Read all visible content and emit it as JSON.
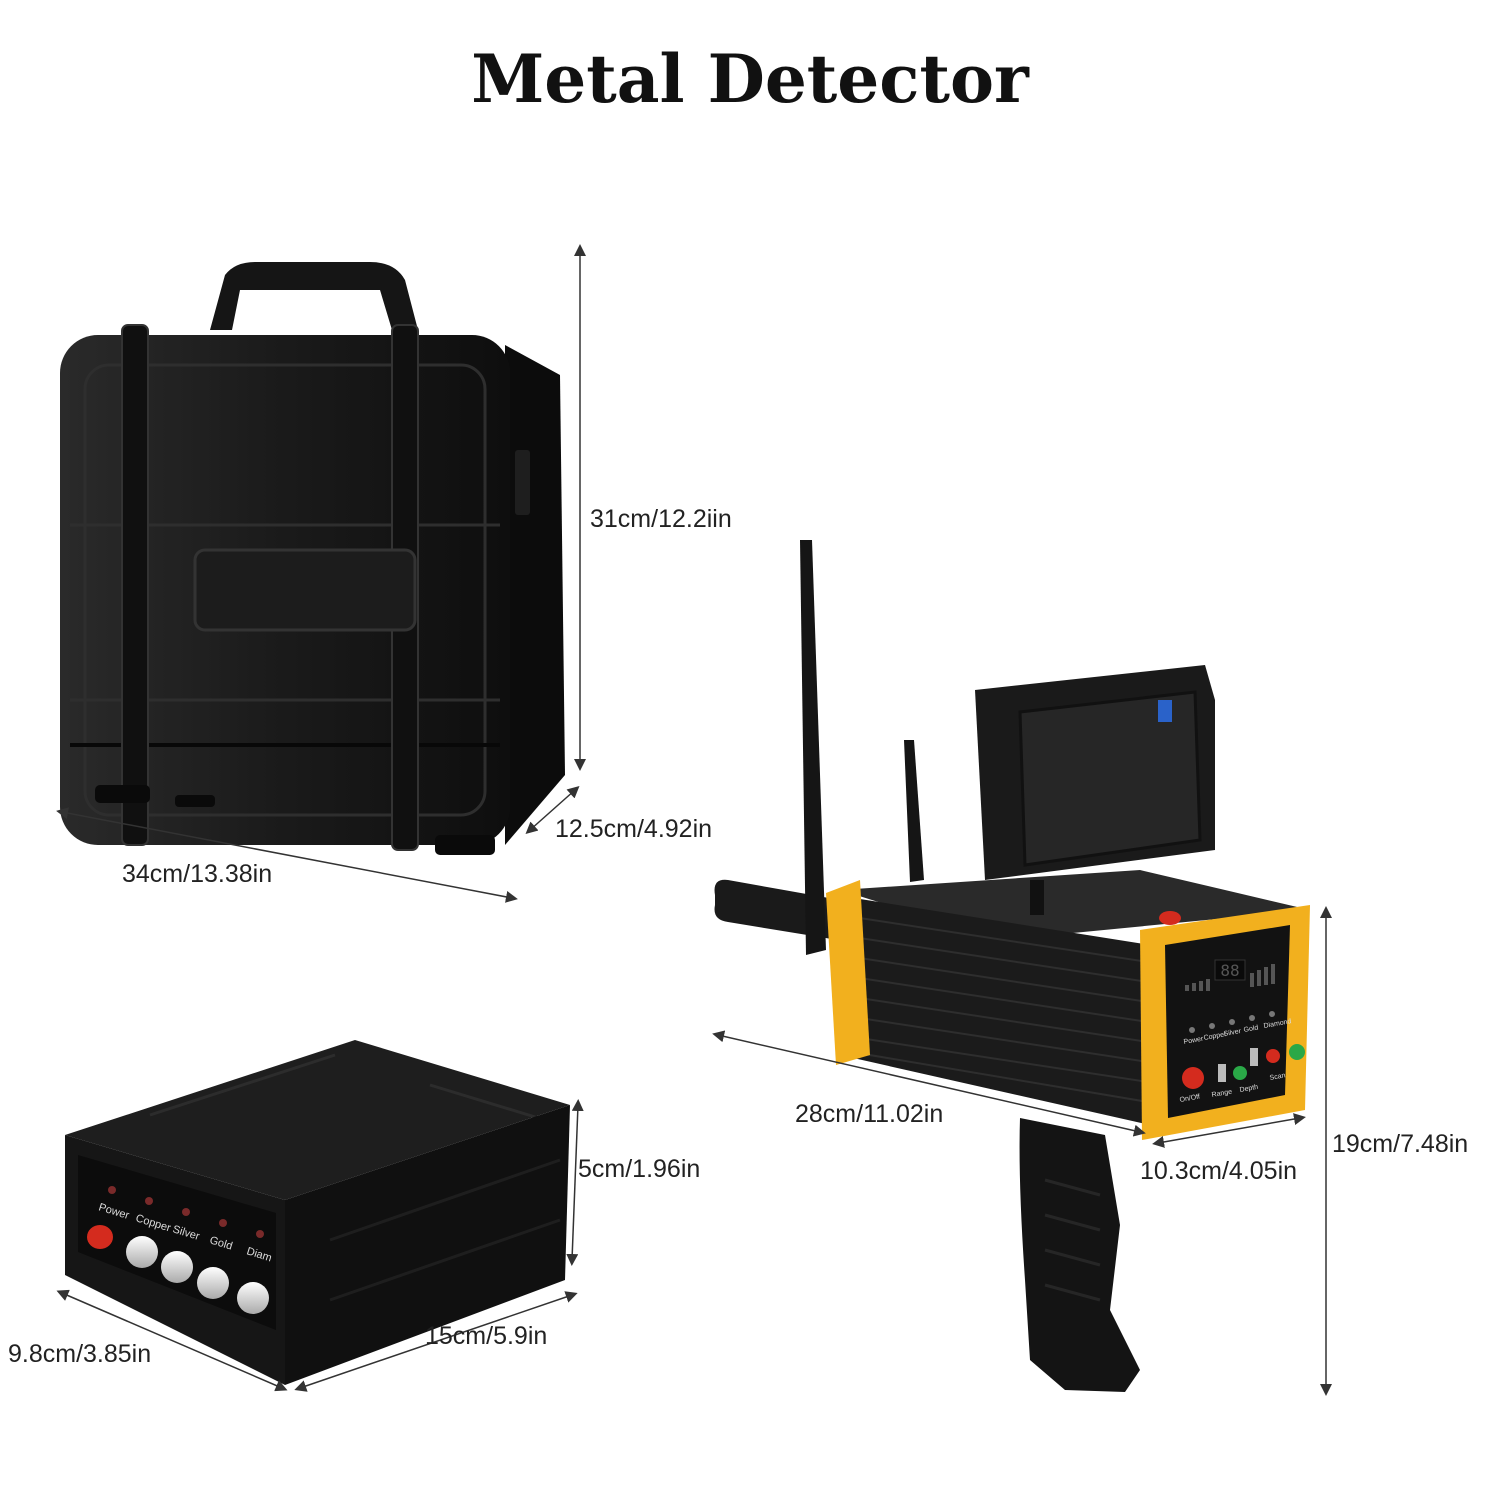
{
  "title": "Metal Detector",
  "case": {
    "height": "31cm/12.2iin",
    "depth": "12.5cm/4.92in",
    "width": "34cm/13.38in"
  },
  "control_box": {
    "height": "5cm/1.96in",
    "depth": "9.8cm/3.85in",
    "width": "15cm/5.9in",
    "indicator_labels": [
      "Power",
      "Copper",
      "Silver",
      "Gold",
      "Diam"
    ]
  },
  "detector": {
    "length": "28cm/11.02in",
    "width": "10.3cm/4.05in",
    "height": "19cm/7.48in",
    "indicator_labels": [
      "Power",
      "Copper",
      "Silver",
      "Gold",
      "Diamond"
    ],
    "control_labels": [
      "On/Off",
      "Range",
      "Depth",
      "Scan"
    ],
    "display_value": "88"
  },
  "colors": {
    "accent": "#f2b01e",
    "body": "#1c1c1c",
    "button_red": "#d42b1e",
    "button_green": "#2aa847"
  }
}
